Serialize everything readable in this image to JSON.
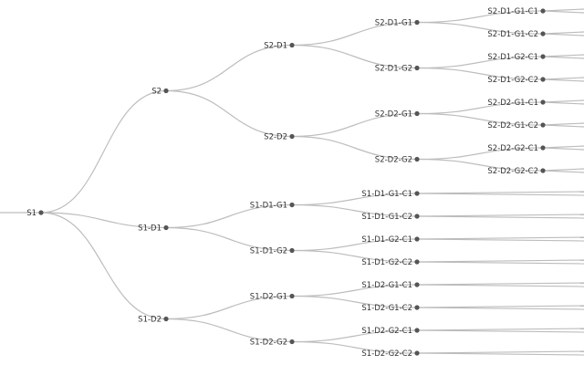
{
  "tree": {
    "root": {
      "label": "S1",
      "children": [
        {
          "label": "S2",
          "children": [
            {
              "label": "S2-D1",
              "children": [
                {
                  "label": "S2-D1-G1",
                  "children": [
                    {
                      "label": "S2-D1-G1-C1"
                    },
                    {
                      "label": "S2-D1-G1-C2"
                    }
                  ]
                },
                {
                  "label": "S2-D1-G2",
                  "children": [
                    {
                      "label": "S2-D1-G2-C1"
                    },
                    {
                      "label": "S2-D1-G2-C2"
                    }
                  ]
                }
              ]
            },
            {
              "label": "S2-D2",
              "children": [
                {
                  "label": "S2-D2-G1",
                  "children": [
                    {
                      "label": "S2-D2-G1-C1"
                    },
                    {
                      "label": "S2-D2-G1-C2"
                    }
                  ]
                },
                {
                  "label": "S2-D2-G2",
                  "children": [
                    {
                      "label": "S2-D2-G2-C1"
                    },
                    {
                      "label": "S2-D2-G2-C2"
                    }
                  ]
                }
              ]
            }
          ]
        },
        {
          "label": "S1-D1",
          "children": [
            {
              "label": "S1-D1-G1",
              "children": [
                {
                  "label": "S1-D1-G1-C1"
                },
                {
                  "label": "S1-D1-G1-C2"
                }
              ]
            },
            {
              "label": "S1-D1-G2",
              "children": [
                {
                  "label": "S1-D1-G2-C1"
                },
                {
                  "label": "S1-D1-G2-C2"
                }
              ]
            }
          ]
        },
        {
          "label": "S1-D2",
          "children": [
            {
              "label": "S1-D2-G1",
              "children": [
                {
                  "label": "S1-D2-G1-C1"
                },
                {
                  "label": "S1-D2-G1-C2"
                }
              ]
            },
            {
              "label": "S1-D2-G2",
              "children": [
                {
                  "label": "S1-D2-G2-C1"
                },
                {
                  "label": "S1-D2-G2-C2"
                }
              ]
            }
          ]
        }
      ]
    }
  },
  "colors": {
    "link": "#bdbdbd",
    "node": "#555555",
    "label": "#333333",
    "background": "#ffffff"
  }
}
